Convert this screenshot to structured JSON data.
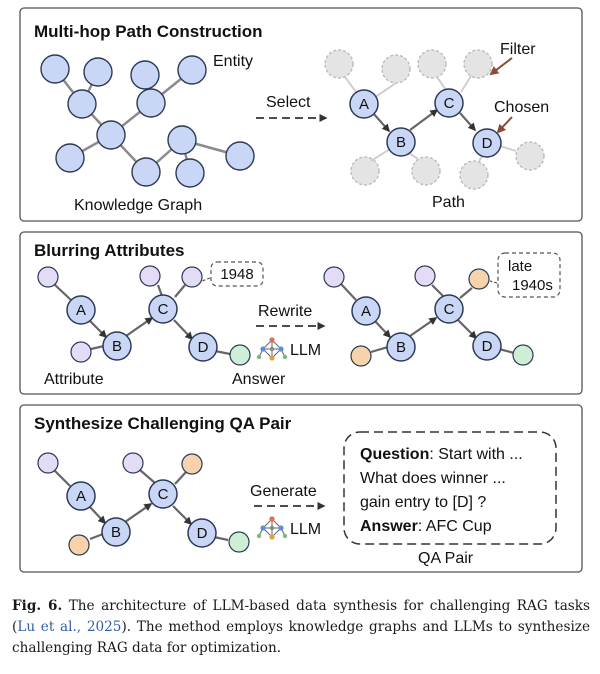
{
  "panels": {
    "p1": {
      "title": "Multi-hop Path Construction",
      "entity_label": "Entity",
      "graph_label": "Knowledge Graph",
      "action": "Select",
      "filter_label": "Filter",
      "chosen_label": "Chosen",
      "path_label": "Path",
      "nodes": [
        "A",
        "B",
        "C",
        "D"
      ]
    },
    "p2": {
      "title": "Blurring Attributes",
      "nodes": [
        "A",
        "B",
        "C",
        "D"
      ],
      "attr_value": "1948",
      "blurred_value_line1": "late",
      "blurred_value_line2": "1940s",
      "attribute_label": "Attribute",
      "answer_label": "Answer",
      "action": "Rewrite",
      "llm_label": "LLM"
    },
    "p3": {
      "title": "Synthesize Challenging QA Pair",
      "nodes": [
        "A",
        "B",
        "C",
        "D"
      ],
      "action": "Generate",
      "llm_label": "LLM",
      "question_key": "Question",
      "question_line1": ": Start with ...",
      "question_line2": "What does winner ...",
      "question_line3": "gain entry to [D] ?",
      "answer_key": "Answer",
      "answer_value": ": AFC Cup",
      "qa_label": "QA Pair"
    }
  },
  "caption": {
    "fig_label": "Fig. 6.",
    "text_before": " The architecture of LLM-based data synthesis for challenging RAG tasks (",
    "cite": "Lu et al., 2025",
    "text_after": "). The method employs knowledge graphs and LLMs to synthesize challenging RAG data for optimization."
  },
  "colors": {
    "node_fill": "#c9d6f5",
    "node_stroke": "#2b3a55",
    "edge": "#8a8a8a",
    "ghost": "#dcdcdc",
    "attr_purple": "#e4dcf6",
    "attr_orange": "#f7d3ab",
    "attr_green": "#cfeed6",
    "brown_arrow": "#8b4a3a"
  }
}
